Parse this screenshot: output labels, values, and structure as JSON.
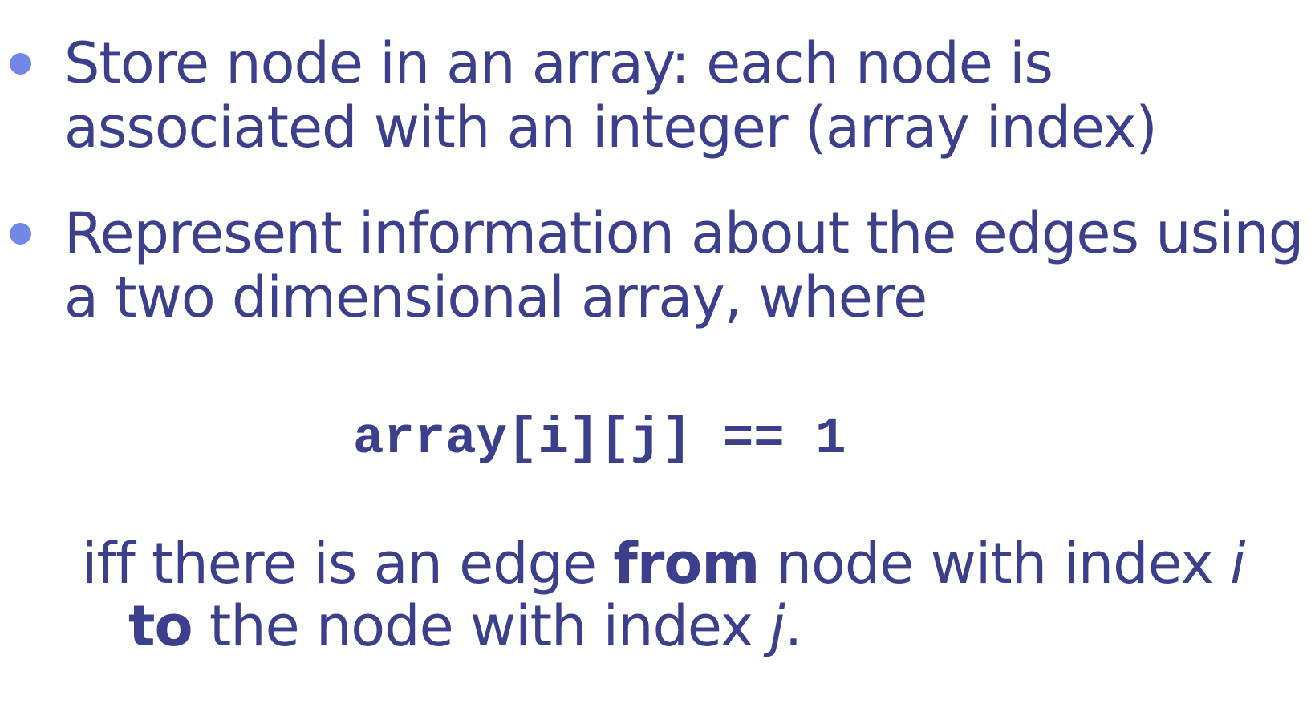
{
  "bullets": [
    {
      "lines": [
        "Store node in an array: each node is",
        "associated with an integer (array index)"
      ]
    },
    {
      "lines": [
        "Represent information about the edges using",
        "a two dimensional array, where"
      ]
    }
  ],
  "code": "array[i][j] == 1",
  "condition": {
    "line1": {
      "prefix": "iff there is an edge ",
      "bold": "from",
      "middle": " node with index ",
      "italic": "i"
    },
    "line2": {
      "bold": "to",
      "middle": " the node with index ",
      "italic": "j",
      "suffix": "."
    }
  },
  "colors": {
    "text": "#3b3f8c",
    "bullet": "#7388e6"
  }
}
